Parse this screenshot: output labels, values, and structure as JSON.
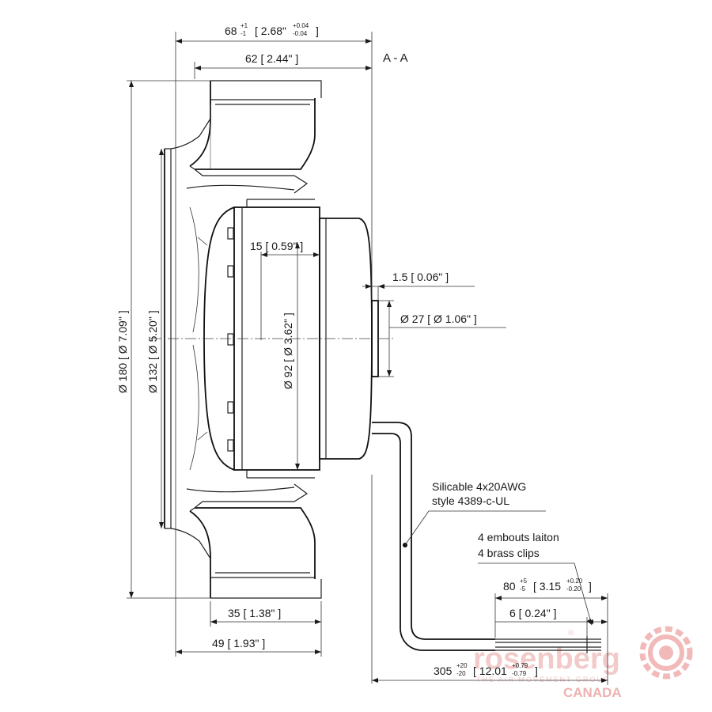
{
  "section_label": "A - A",
  "dimensions": {
    "overall_width": {
      "value": "68",
      "tol_plus": "+1",
      "tol_minus": "-1",
      "imperial": "[ 2.68\"",
      "imp_tol_plus": "+0.04",
      "imp_tol_minus": "-0.04",
      "close": "]"
    },
    "width_62": "62  [ 2.44\" ]",
    "dia_180": "Ø 180  [ Ø 7.09\" ]",
    "dia_132": "Ø 132  [ Ø 5.20\" ]",
    "dia_92": "Ø 92  [ Ø 3.62\" ]",
    "depth_15": "15  [ 0.59\" ]",
    "offset_1_5": "1.5  [ 0.06\" ]",
    "dia_27": "Ø 27  [ Ø 1.06\" ]",
    "width_35": "35  [ 1.38\" ]",
    "width_49": "49  [ 1.93\" ]",
    "strip_80": {
      "value": "80",
      "tol_plus": "+5",
      "tol_minus": "-5",
      "imperial": "[ 3.15",
      "imp_tol_plus": "+0.20",
      "imp_tol_minus": "-0.20",
      "close": "]"
    },
    "strip_6": "6  [ 0.24\" ]",
    "cable_305": {
      "value": "305",
      "tol_plus": "+20",
      "tol_minus": "-20",
      "imperial": "[ 12.01",
      "imp_tol_plus": "+0.79",
      "imp_tol_minus": "-0.79",
      "close": "]"
    }
  },
  "notes": {
    "cable_line1": "Silicable 4x20AWG",
    "cable_line2": "style 4389-c-UL",
    "clips_line1": "4 embouts laiton",
    "clips_line2": "4 brass clips"
  },
  "watermark": {
    "brand": "rosenberg",
    "tagline": "THE AIR MOVEMENT GROUP",
    "region": "CANADA",
    "registered": "®",
    "color": "#e05050"
  }
}
